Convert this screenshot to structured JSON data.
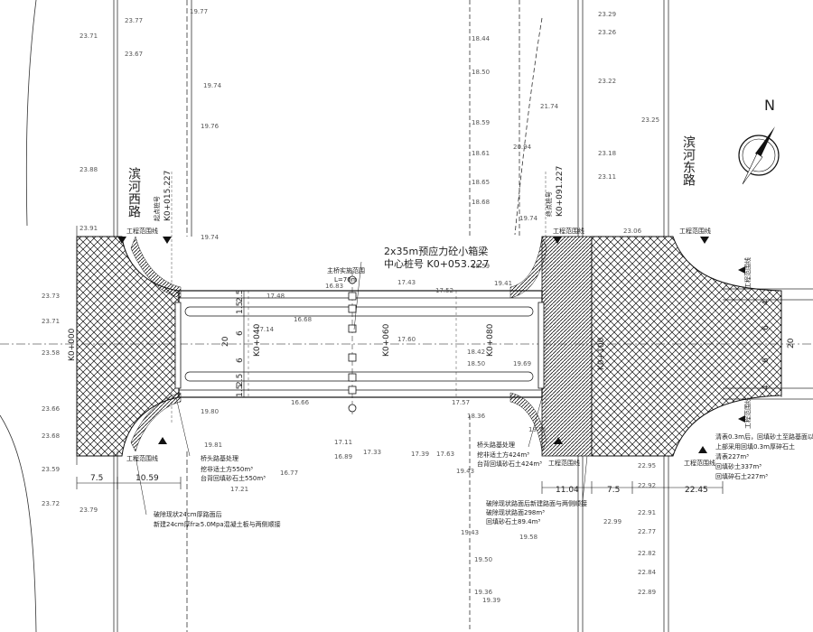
{
  "roads": {
    "west": "滨河西路",
    "east": "滨河东路"
  },
  "bridge": {
    "title": "2x35m预应力砼小箱梁",
    "center_station": "中心桩号 K0+053.227",
    "span_note_top": "主桥实施范围",
    "span_length": "L=70m"
  },
  "stations": {
    "start": "K0+000",
    "s015": "K0+015.227",
    "s040": "K0+040",
    "s060": "K0+060",
    "s080": "K0+080",
    "s091": "K0+091.227",
    "s100": "K0+100"
  },
  "labels": {
    "start_point_w": "起点桩号",
    "start_point_e": "终点桩号",
    "work_bound": "工程范围线",
    "north": "N"
  },
  "notes": {
    "west_treat_title": "桥头路基处理",
    "west_treat_1": "挖非适土方550m³",
    "west_treat_2": "台背回填砂石土550m³",
    "west_pave_1": "破除现状24cm厚路面后",
    "west_pave_2": "新建24cm厚fr≥5.0Mpa混凝土板与两侧顺接",
    "east_treat_title": "桥头路基处理",
    "east_treat_1": "挖非适土方424m³",
    "east_treat_2": "台背回填砂石土424m³",
    "east_pave_1": "破除现状路面后新建路面与两侧顺接",
    "east_pave_2": "破除现状路面298m³",
    "east_pave_3": "回填砂石土89.4m³",
    "east_side_1": "清表0.3m后，回填砂土至路基面以下0.3m",
    "east_side_2": "上部采用回填0.3m厚碎石土",
    "east_side_3": "清表227m³",
    "east_side_4": "回填砂土337m³",
    "east_side_5": "回填碎石土227m³"
  },
  "dims": {
    "d75a": "7.5",
    "d1059": "10.59",
    "d1104": "11.04",
    "d75b": "7.5",
    "d2245": "22.45",
    "w15a": "1.5",
    "w25a": "2.5",
    "w20": "20",
    "w6a": "6",
    "w6b": "6",
    "w25b": "2.5",
    "w15b": "1.5",
    "e4a": "4",
    "e6a": "6",
    "e6b": "6",
    "e4b": "4",
    "e20": "20"
  },
  "elevations": {
    "e1": "23.71",
    "e2": "23.67",
    "e3": "23.88",
    "e4": "23.91",
    "e5": "23.73",
    "e6": "23.71",
    "e7": "23.58",
    "e8": "23.66",
    "e9": "23.68",
    "e10": "23.59",
    "e11": "23.72",
    "e12": "23.77",
    "e13": "23.79",
    "e14": "19.77",
    "e15": "19.74",
    "e16": "19.76",
    "e17": "19.74",
    "e18": "18.44",
    "e19": "18.50",
    "e20": "18.59",
    "e21": "18.61",
    "e22": "18.65",
    "e23": "18.68",
    "e24": "18.59",
    "e25": "17.52",
    "e26": "17.43",
    "e27": "17.48",
    "e28": "16.83",
    "e29": "17.14",
    "e30": "16.68",
    "e31": "17.60",
    "e32": "18.42",
    "e33": "18.50",
    "e34": "17.57",
    "e35": "18.36",
    "e36": "16.66",
    "e37": "17.11",
    "e38": "17.33",
    "e39": "17.39",
    "e40": "17.63",
    "e41": "16.89",
    "e42": "16.77",
    "e43": "17.21",
    "e44": "19.80",
    "e45": "19.81",
    "e46": "19.43",
    "e47": "19.43",
    "e48": "19.50",
    "e49": "19.36",
    "e50": "19.39",
    "e51": "23.29",
    "e52": "23.26",
    "e53": "23.22",
    "e54": "23.25",
    "e55": "23.18",
    "e56": "23.11",
    "e57": "23.06",
    "e58": "22.95",
    "e59": "22.92",
    "e60": "22.91",
    "e61": "22.99",
    "e62": "22.77",
    "e63": "22.82",
    "e64": "22.84",
    "e65": "22.89",
    "e66": "21.74",
    "e67": "20.94",
    "e68": "19.74",
    "e69": "19.69",
    "e70": "19.41",
    "e71": "19.58",
    "e72": "19.71"
  }
}
